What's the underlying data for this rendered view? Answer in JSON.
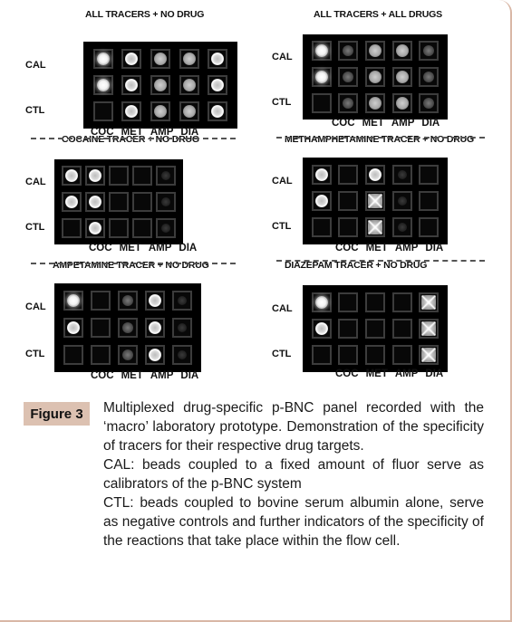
{
  "figure": {
    "label": "Figure 3",
    "caption": [
      "Multiplexed drug-specific p-BNC panel recorded with the ‘macro’ laboratory prototype. Demonstration of the specificity of tracers for their respective drug targets.",
      "CAL: beads coupled to a fixed amount of fluor serve as calibrators of the p-BNC system",
      "CTL: beads coupled to bovine serum albumin alone, serve as negative controls and further indicators of the specificity of the reactions that take place within the flow cell."
    ]
  },
  "panels": [
    {
      "title": "ALL TRACERS + NO DRUG",
      "row_labels": [
        "CAL",
        "CTL"
      ],
      "columns": [
        "COC",
        "MET",
        "AMP",
        "DIA"
      ],
      "wells": [
        [
          "bright",
          "ring",
          "mid",
          "mid",
          "ring"
        ],
        [
          "bright",
          "ring",
          "mid",
          "mid",
          "ring"
        ],
        [
          "none",
          "ring",
          "mid",
          "mid",
          "ring"
        ]
      ]
    },
    {
      "title": "ALL TRACERS + ALL DRUGS",
      "row_labels": [
        "CAL",
        "CTL"
      ],
      "columns": [
        "COC",
        "MET",
        "AMP",
        "DIA"
      ],
      "wells": [
        [
          "bright",
          "dim",
          "mid",
          "mid",
          "dim"
        ],
        [
          "bright",
          "dim",
          "mid",
          "mid",
          "dim"
        ],
        [
          "none",
          "dim",
          "mid",
          "mid",
          "dim"
        ]
      ]
    },
    {
      "title": "COCAINE TRACER + NO DRUG",
      "row_labels": [
        "CAL",
        "CTL"
      ],
      "columns": [
        "COC",
        "MET",
        "AMP",
        "DIA"
      ],
      "wells": [
        [
          "ring",
          "ring",
          "none",
          "none",
          "faint"
        ],
        [
          "ring",
          "ring",
          "none",
          "none",
          "faint"
        ],
        [
          "none",
          "ring",
          "none",
          "none",
          "faint"
        ]
      ]
    },
    {
      "title": "METHAMPHETAMINE TRACER + NO DRUG",
      "row_labels": [
        "CAL",
        "CTL"
      ],
      "columns": [
        "COC",
        "MET",
        "AMP",
        "DIA"
      ],
      "wells": [
        [
          "ring",
          "none",
          "ring",
          "faint",
          "none"
        ],
        [
          "ring",
          "none",
          "cross",
          "faint",
          "none"
        ],
        [
          "none",
          "none",
          "cross",
          "faint",
          "none"
        ]
      ]
    },
    {
      "title": "AMPETAMINE TRACER + NO DRUG",
      "row_labels": [
        "CAL",
        "CTL"
      ],
      "columns": [
        "COC",
        "MET",
        "AMP",
        "DIA"
      ],
      "wells": [
        [
          "bright",
          "none",
          "dim",
          "ring",
          "faint"
        ],
        [
          "ring",
          "none",
          "dim",
          "ring",
          "faint"
        ],
        [
          "none",
          "none",
          "dim",
          "ring",
          "faint"
        ]
      ]
    },
    {
      "title": "DIAZEPAM TRACER + NO DRUG",
      "row_labels": [
        "CAL",
        "CTL"
      ],
      "columns": [
        "COC",
        "MET",
        "AMP",
        "DIA"
      ],
      "wells": [
        [
          "bright",
          "none",
          "none",
          "none",
          "cross"
        ],
        [
          "ring",
          "none",
          "none",
          "none",
          "cross"
        ],
        [
          "none",
          "none",
          "none",
          "none",
          "cross"
        ]
      ]
    }
  ]
}
